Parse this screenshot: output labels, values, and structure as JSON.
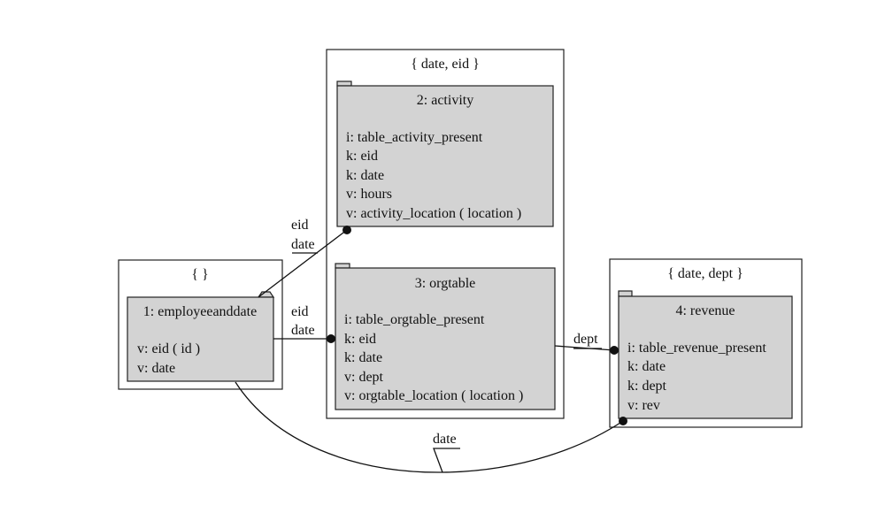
{
  "groups": [
    {
      "key": "empty",
      "label": "{  }"
    },
    {
      "key": "date_eid",
      "label": "{ date, eid }"
    },
    {
      "key": "date_dept",
      "label": "{ date, dept }"
    }
  ],
  "tables": [
    {
      "key": "employeeanddate",
      "title": "1: employeeanddate",
      "lines": [
        "",
        "v: eid ( id )",
        "v: date"
      ]
    },
    {
      "key": "activity",
      "title": "2: activity",
      "lines": [
        "",
        "i: table_activity_present",
        "k: eid",
        "k: date",
        "v: hours",
        "v: activity_location ( location )"
      ]
    },
    {
      "key": "orgtable",
      "title": "3: orgtable",
      "lines": [
        "",
        "i: table_orgtable_present",
        "k: eid",
        "k: date",
        "v: dept",
        "v: orgtable_location ( location )"
      ]
    },
    {
      "key": "revenue",
      "title": "4: revenue",
      "lines": [
        "",
        "i: table_revenue_present",
        "k: date",
        "k: dept",
        "v: rev"
      ]
    }
  ],
  "edges": [
    {
      "key": "emp_activity",
      "labels": [
        "eid",
        "date"
      ]
    },
    {
      "key": "emp_orgtable",
      "labels": [
        "eid",
        "date"
      ]
    },
    {
      "key": "org_revenue",
      "labels": [
        "dept"
      ]
    },
    {
      "key": "emp_revenue",
      "labels": [
        "date"
      ]
    }
  ]
}
